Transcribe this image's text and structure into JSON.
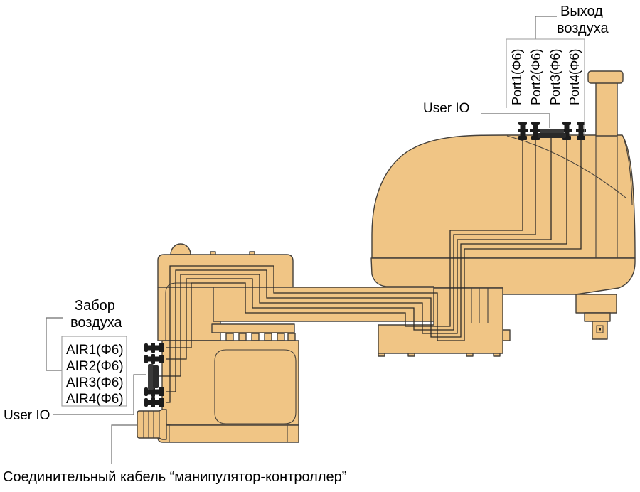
{
  "diagram": {
    "air_outlet": {
      "label_line1": "Выход",
      "label_line2": "воздуха",
      "ports": [
        "Port1(Φ6)",
        "Port2(Φ6)",
        "Port3(Φ6)",
        "Port4(Φ6)"
      ]
    },
    "user_io_top": "User IO",
    "air_intake": {
      "label_line1": "Забор",
      "label_line2": "воздуха",
      "airs": [
        "AIR1(Φ6)",
        "AIR2(Φ6)",
        "AIR3(Φ6)",
        "AIR4(Φ6)"
      ]
    },
    "user_io_left": "User IO",
    "caption": "Соединительный кабель “манипулятор-контроллер”",
    "colors": {
      "body_fill": "#F0C585",
      "body_outline": "#45403A",
      "tube_line": "#2E2A26",
      "annotation_line": "#6E6E6E",
      "box_line": "#9B9B9B",
      "text": "#000000",
      "fitting_dark": "#1C1C1C",
      "fitting_mid": "#3A3A3A",
      "connector_dark": "#2A2A2A"
    }
  }
}
